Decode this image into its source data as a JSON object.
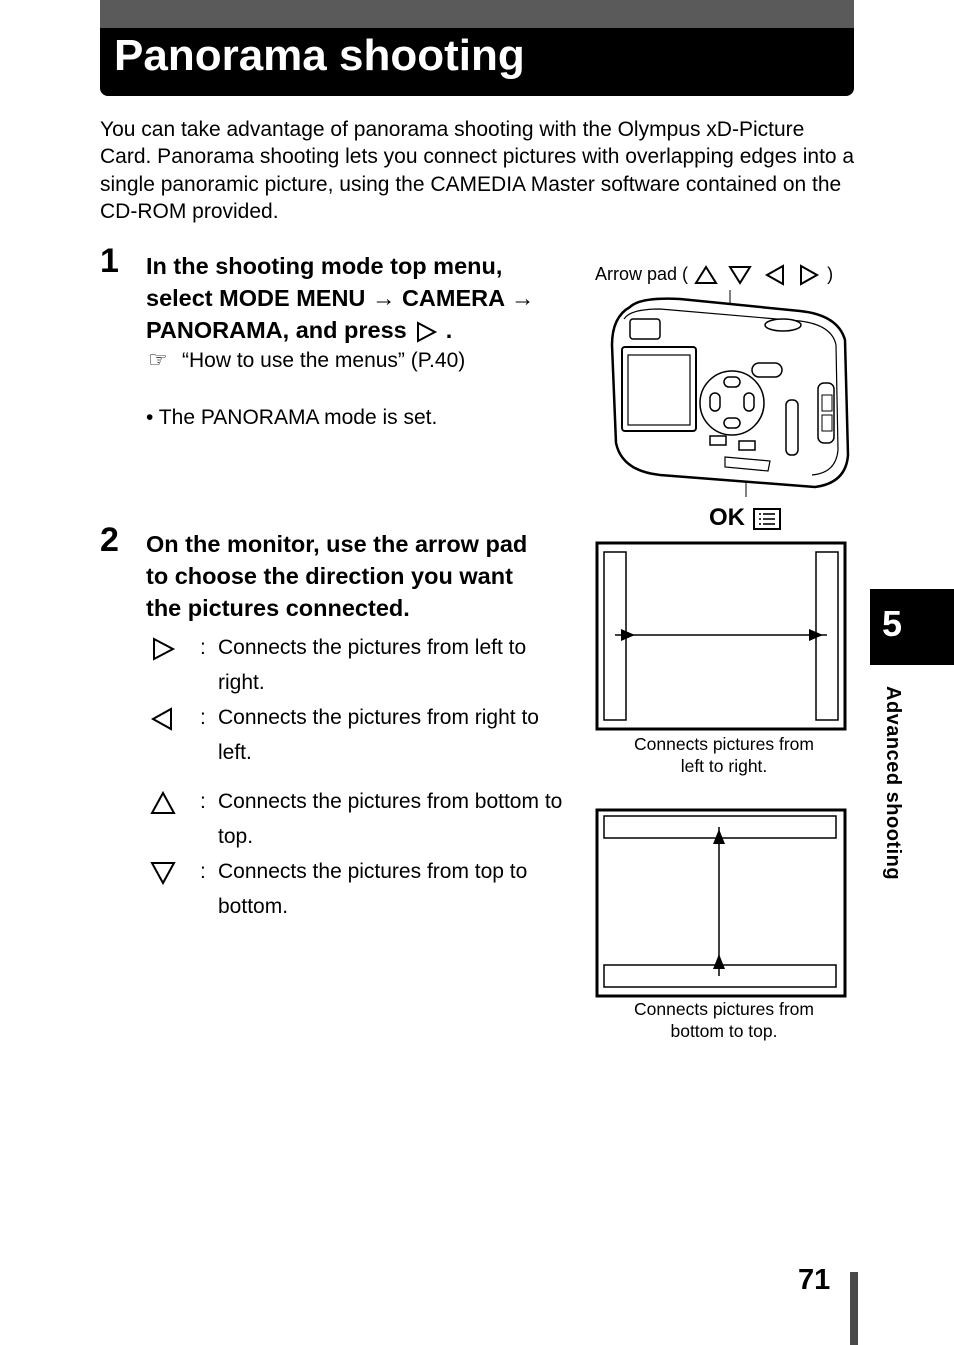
{
  "header": {
    "title": "Panorama shooting"
  },
  "intro": "You can take advantage of panorama shooting with the Olympus xD-Picture Card. Panorama shooting lets you connect pictures with overlapping edges into a single panoramic picture, using the CAMEDIA Master software contained on the CD-ROM provided.",
  "step1": {
    "number": "1",
    "line1": "In the shooting mode top menu,",
    "line2a": "select MODE MENU",
    "arrow": "→",
    "line2b": "CAMERA",
    "line3": "PANORAMA, and press",
    "line3end": ".",
    "reference": "“How to use the menus” (P.40)",
    "bullet": "•  The PANORAMA mode is set."
  },
  "step2": {
    "number": "2",
    "title_line1": "On the monitor, use the arrow pad",
    "title_line2": "to choose the direction you want",
    "title_line3": "the pictures connected.",
    "directions": [
      {
        "icon": "right-triangle-icon",
        "colon": ":",
        "text": "Connects the pictures from left to right."
      },
      {
        "icon": "left-triangle-icon",
        "colon": ":",
        "text": "Connects the pictures from right to left."
      },
      {
        "icon": "up-triangle-icon",
        "colon": ":",
        "text": "Connects the pictures from bottom to top."
      },
      {
        "icon": "down-triangle-icon",
        "colon": ":",
        "text": "Connects the pictures from top to bottom."
      }
    ]
  },
  "figure": {
    "arrow_pad_label": "Arrow pad (",
    "arrow_pad_close": ")",
    "ok_label": "OK",
    "caption1_line1": "Connects pictures from",
    "caption1_line2": "left to right.",
    "caption2_line1": "Connects pictures from",
    "caption2_line2": "bottom to top."
  },
  "sidebar": {
    "chapter_number": "5",
    "chapter_label": "Advanced shooting"
  },
  "footer": {
    "page_number": "71"
  }
}
